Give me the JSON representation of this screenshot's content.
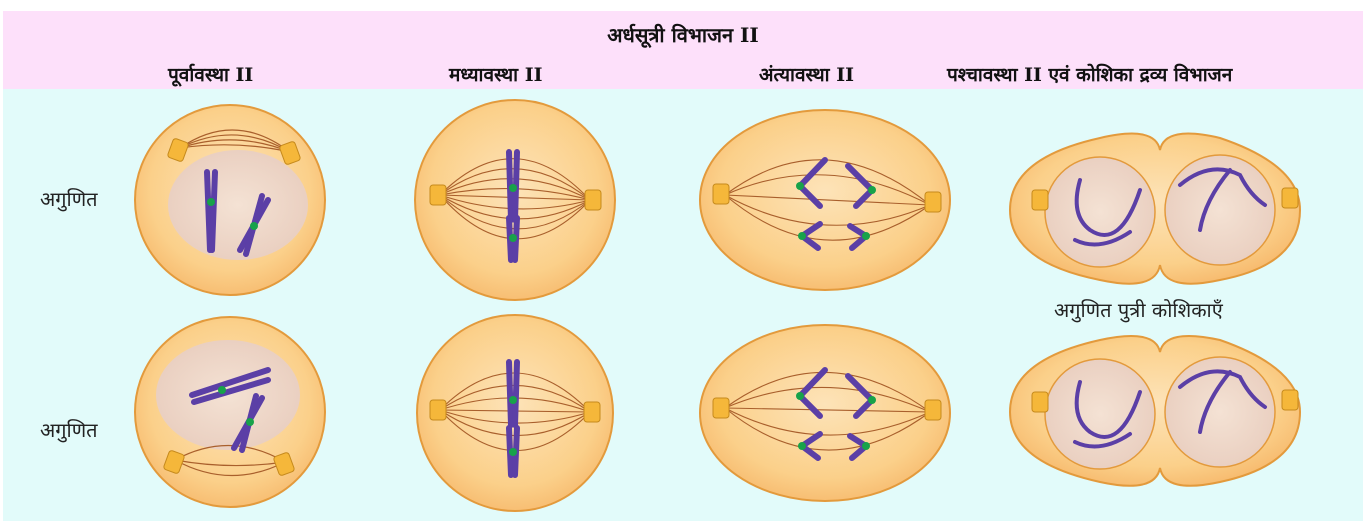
{
  "header": {
    "title": "अर्धसूत्री विभाजन II",
    "stages": [
      "पूर्वावस्था II",
      "मध्यावस्था II",
      "अंत्यावस्था II",
      "पश्चावस्था II एवं कोशिका द्रव्य विभाजन"
    ]
  },
  "rows": [
    {
      "label": "अगुणित"
    },
    {
      "label": "अगुणित"
    }
  ],
  "annotation": "अगुणित पुत्री कोशिकाएँ",
  "colors": {
    "header_bg": "#fde0fa",
    "panel_bg": "#e2fbfa",
    "cell_fill": "#fbd08a",
    "cell_stroke": "#e39a3c",
    "nucleus": "#efd8c6",
    "spindle": "#a95f2c",
    "chromosome": "#5b3fa6",
    "centromere": "#18a24a",
    "centrosome": "#f5b73a"
  }
}
